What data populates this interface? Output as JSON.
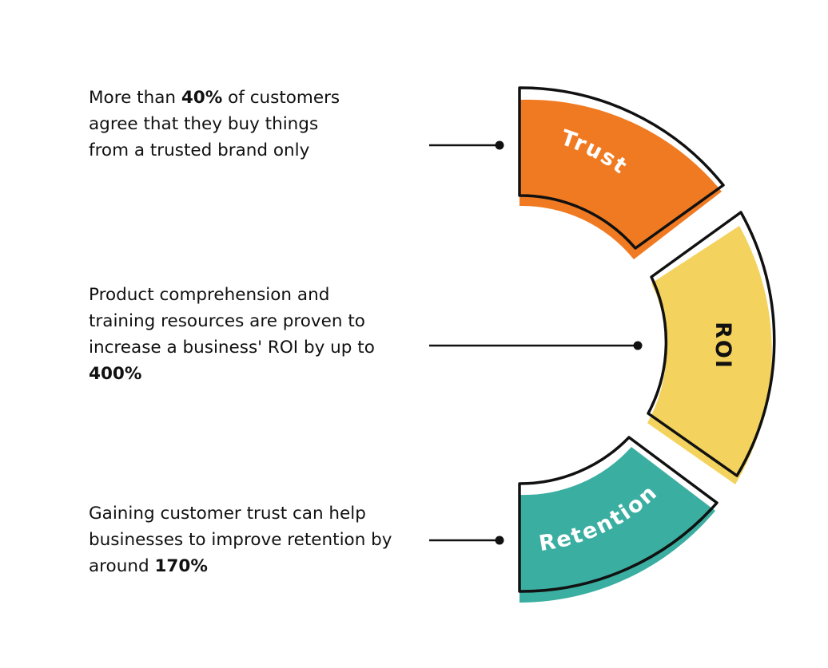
{
  "segments": [
    {
      "label": "Trust",
      "color": "#f07a22",
      "text_before": "More than ",
      "highlight": "40%",
      "text_after": " of customers agree that they buy things from a trusted brand only"
    },
    {
      "label": "ROI",
      "color": "#f3d25d",
      "text_before": "Product comprehension and training resources are proven to increase a business' ROI by up to ",
      "highlight": "400%",
      "text_after": ""
    },
    {
      "label": "Retention",
      "color": "#3aaea1",
      "text_before": "Gaining customer trust can help businesses to improve retention by around ",
      "highlight": "170%",
      "text_after": ""
    }
  ]
}
